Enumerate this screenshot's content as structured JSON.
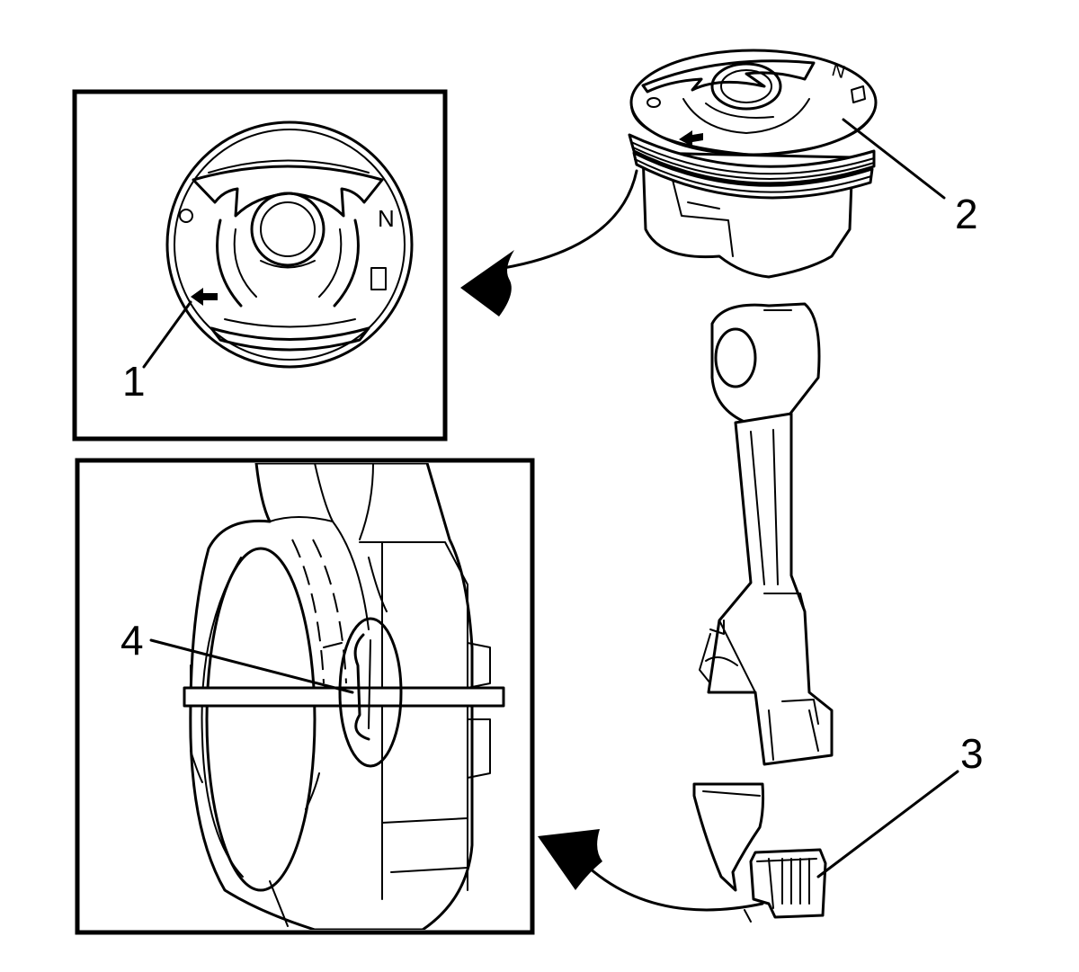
{
  "diagram": {
    "callouts": [
      {
        "id": "1",
        "label": "1"
      },
      {
        "id": "2",
        "label": "2"
      },
      {
        "id": "3",
        "label": "3"
      },
      {
        "id": "4",
        "label": "4"
      }
    ],
    "piston_markings": {
      "circle_symbol": "O",
      "letter": "N",
      "square_symbol": "□",
      "arrow_symbol": "⬅"
    },
    "colors": {
      "line": "#000000",
      "background": "#ffffff"
    }
  }
}
